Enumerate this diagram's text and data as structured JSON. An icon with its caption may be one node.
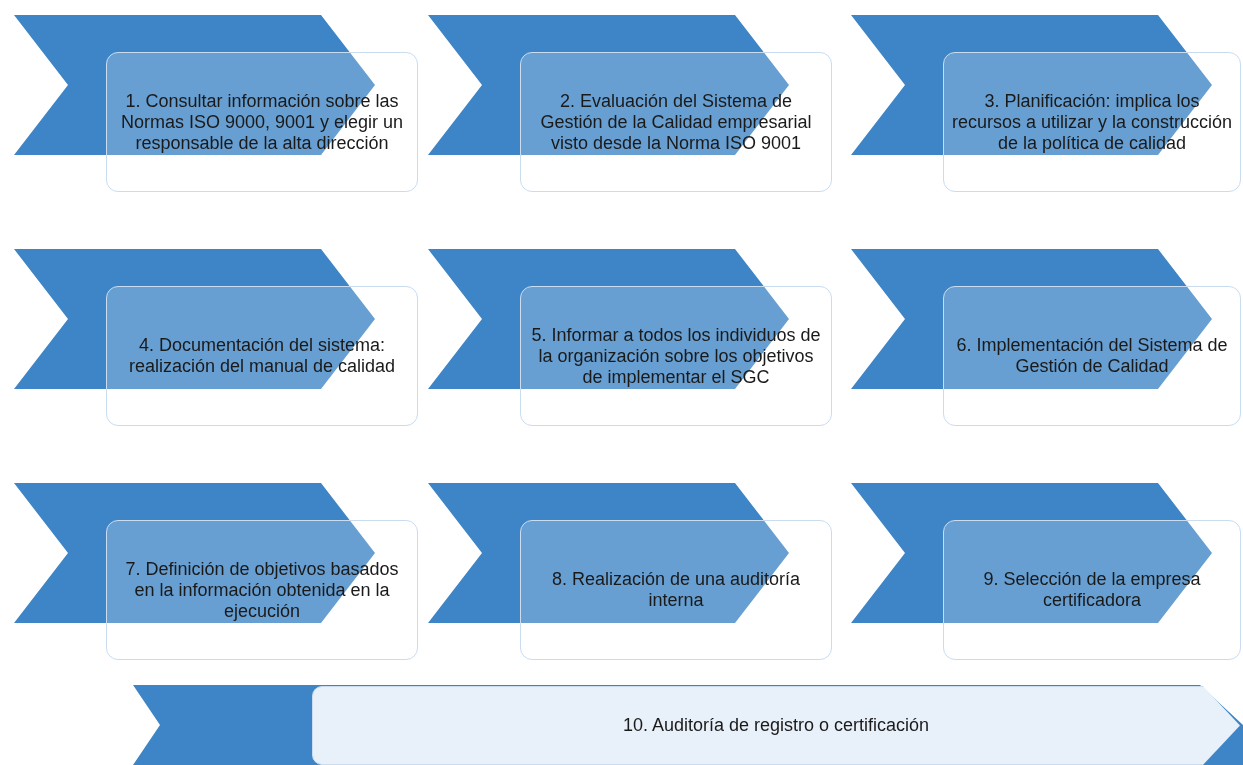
{
  "diagram": {
    "nodes": [
      {
        "text": [
          "1. Consultar información sobre las Normas ISO 9000, 9001 y elegir un responsable de la alta dirección"
        ]
      },
      {
        "text": [
          "2. Evaluación del Sistema de Gestión de la Calidad empresarial visto desde la Norma ISO 9001"
        ]
      },
      {
        "text": [
          "3. Planificación: implica los recursos a utilizar y la construcción de la política de calidad"
        ]
      },
      {
        "text": [
          "4. Documentación del sistema: realización del manual de calidad"
        ]
      },
      {
        "text": [
          "5. Informar a todos los individuos de la organización sobre los objetivos de implementar el SGC"
        ]
      },
      {
        "text": [
          "6. Implementación del Sistema de Gestión de Calidad"
        ]
      },
      {
        "text": [
          "7. Definición de objetivos basados en la información obtenida en la ejecución"
        ]
      },
      {
        "text": [
          "8. Realización de una auditoría interna"
        ]
      },
      {
        "text": [
          "9. Selección de la empresa certificadora"
        ]
      },
      {
        "text": [
          "10. Auditoría de registro o certificación"
        ]
      }
    ]
  }
}
